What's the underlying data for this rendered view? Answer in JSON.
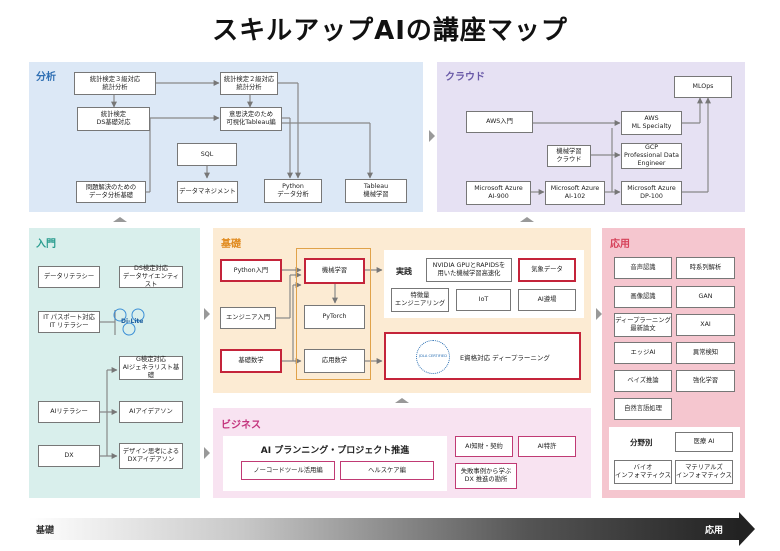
{
  "title": "スキルアップAIの講座マップ",
  "colors": {
    "analysis_bg": "#dce8f6",
    "analysis_title": "#2f6fb3",
    "cloud_bg": "#e6e1f3",
    "cloud_title": "#6a5aa8",
    "intro_bg": "#d9efec",
    "intro_title": "#2a9d8f",
    "basic_bg": "#fcebd3",
    "basic_title": "#e08a1e",
    "business_bg": "#f8e3f1",
    "business_title": "#c3347d",
    "applied_bg": "#f5c6cf",
    "applied_title": "#d6425a",
    "red_border": "#c4243a"
  },
  "analysis": {
    "title": "分析",
    "stat3": "統計検定３級対応\n統計分析",
    "stat2": "統計検定２級対応\n統計分析",
    "stat_ds": "統計検定\nDS基礎対応",
    "decision": "意思決定のため\n可視化Tableau編",
    "sql": "SQL",
    "problem": "問題解決のための\nデータ分析基礎",
    "datamgmt": "データマネジメント",
    "python": "Python\nデータ分析",
    "tableau": "Tableau\n機械学習"
  },
  "cloud": {
    "title": "クラウド",
    "aws_intro": "AWS入門",
    "mlops": "MLOps",
    "aws_ml": "AWS\nML Specialty",
    "ml_cloud": "機械学習\nクラウド",
    "gcp": "GCP\nProfessional Data\nEngineer",
    "az900": "Microsoft Azure\nAI-900",
    "az102": "Microsoft Azure\nAI-102",
    "dp100": "Microsoft Azure\nDP-100"
  },
  "intro": {
    "title": "入門",
    "dataliteracy": "データリテラシー",
    "ds_assess": "DS検定対応\nデータサイエンティスト",
    "itpass": "IT パスポート対応\nIT リテラシー",
    "dilite": "Di-Lite",
    "g_exam": "G検定対応\nAIジェネラリスト基礎",
    "ai_literacy": "AIリテラシー",
    "ai_ideathon": "AIアイデアソン",
    "dx": "DX",
    "design_dx": "デザイン思考による\nDXアイデアソン"
  },
  "basic": {
    "title": "基礎",
    "python_intro": "Python入門",
    "ml": "機械学習",
    "engineer_intro": "エンジニア入門",
    "pytorch": "PyTorch",
    "math": "基礎数学",
    "applied_math": "応用数学",
    "practice": "実践",
    "nvidia": "NVIDIA GPUとRAPIDSを\n用いた機械学習高速化",
    "weather": "気象データ",
    "feature": "特徴量\nエンジニアリング",
    "iot": "IoT",
    "ai_law": "AI遵場",
    "jdla_badge": "JDLA CERTIFIED",
    "e_exam": "E資格対応 ディープラーニング"
  },
  "business": {
    "title": "ビジネス",
    "planning": "AI プランニング・プロジェクト推進",
    "nocode": "ノーコードツール活用編",
    "healthcare": "ヘルスケア編",
    "ai_ip": "AI知財・契約",
    "ai_patent": "AI特許",
    "failure": "失敗事例から学ぶ\nDX 推進の勘所"
  },
  "applied": {
    "title": "応用",
    "speech": "音声認識",
    "timeseries": "時系列解析",
    "image": "画像認識",
    "gan": "GAN",
    "dl_papers": "ディープラーニング\n最新論文",
    "xai": "XAI",
    "edge": "エッジAI",
    "anomaly": "異常検知",
    "bayes": "ベイズ推論",
    "rl": "強化学習",
    "nlp": "自然言語処理",
    "field": "分野別",
    "medical": "医療 AI",
    "bio": "バイオ\nインフォマティクス",
    "materials": "マテリアルズ\nインフォマティクス"
  },
  "footer": {
    "left": "基礎",
    "right": "応用"
  }
}
